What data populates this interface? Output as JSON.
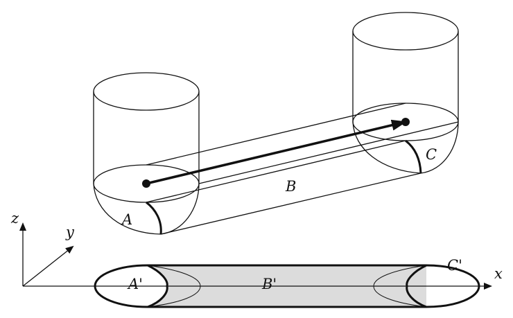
{
  "labels": {
    "A": "A",
    "B": "B",
    "C": "C",
    "A_prime": "A'",
    "B_prime": "B'",
    "C_prime": "C'"
  },
  "axes": {
    "x": "x",
    "y": "y",
    "z": "z"
  },
  "colors": {
    "stroke": "#111111",
    "projection_fill": "#dcdcdc",
    "background": "#ffffff"
  }
}
